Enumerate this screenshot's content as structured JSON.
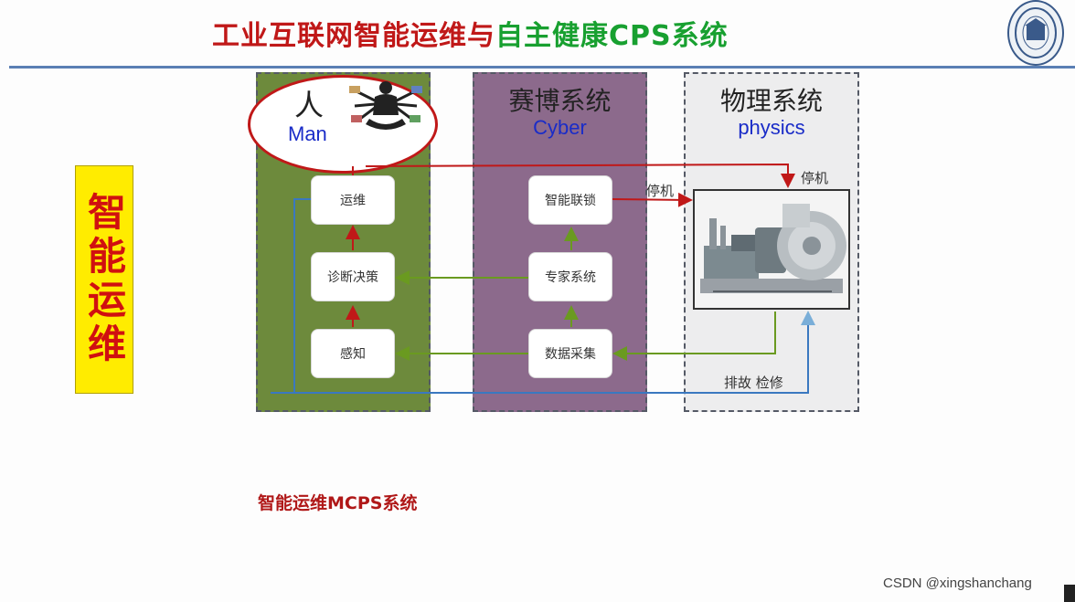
{
  "slide": {
    "title_part1": "工业互联网智能运维与",
    "title_part2": "自主健康CPS系统",
    "side_label": "智能运维",
    "caption": "智能运维MCPS系统",
    "watermark": "CSDN @xingshanchang"
  },
  "colors": {
    "title_red": "#c01818",
    "title_green": "#18a030",
    "man_panel": "#6d8a3c",
    "cyber_panel": "#8c6a8c",
    "physics_panel": "#ededee",
    "flow_red": "#c01818",
    "flow_green": "#6a9a20",
    "flow_blue": "#3a78c0",
    "side_label_bg": "#ffec00"
  },
  "panels": {
    "man": {
      "title_cn": "人",
      "title_en": "Man"
    },
    "cyber": {
      "title_cn": "赛博系统",
      "title_en": "Cyber"
    },
    "physics": {
      "title_cn": "物理系统",
      "title_en": "physics"
    }
  },
  "man_boxes": [
    "运维",
    "诊断决策",
    "感知"
  ],
  "cyber_boxes": [
    "智能联锁",
    "专家系统",
    "数据采集"
  ],
  "labels": {
    "stop_from_cyber": "停机",
    "stop_from_man": "停机",
    "troubleshoot": "排故 检修"
  },
  "icons": {
    "man_figure": "multi-armed-figure-icon",
    "machine": "industrial-blower-machine-icon",
    "logo": "university-seal-icon"
  }
}
